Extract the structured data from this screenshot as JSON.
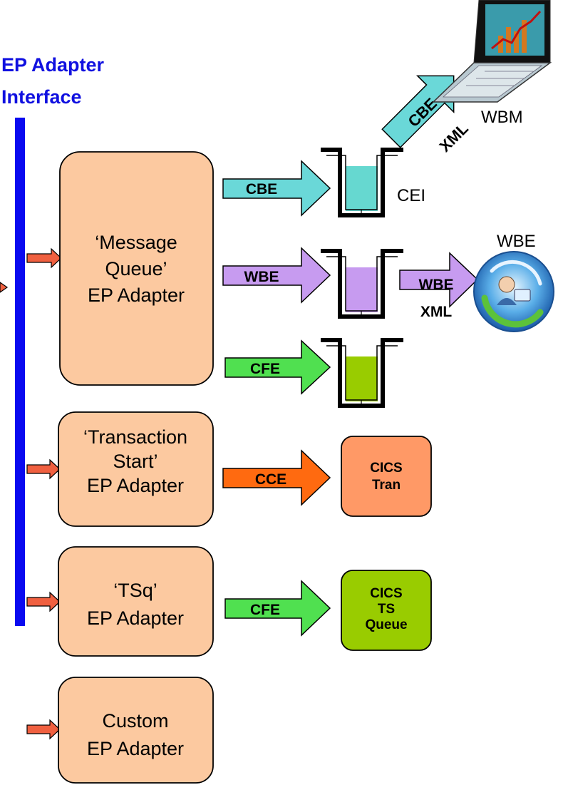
{
  "interface_title": [
    "EP Adapter",
    "Interface"
  ],
  "adapters": {
    "message_queue": [
      "‘Message",
      "Queue’",
      "EP Adapter"
    ],
    "transaction_start": [
      "‘Transaction",
      "Start’",
      "EP Adapter"
    ],
    "tsq": [
      "‘TSq’",
      "EP Adapter"
    ],
    "custom": [
      "Custom",
      "EP Adapter"
    ]
  },
  "arrows": {
    "cbe": "CBE",
    "wbe": "WBE",
    "cfe_queue": "CFE",
    "cce": "CCE",
    "cfe_tsq": "CFE",
    "cbe_xml": [
      "CBE",
      "XML"
    ],
    "wbe_xml": [
      "WBE",
      "XML"
    ]
  },
  "targets": {
    "cei": "CEI",
    "wbm": "WBM",
    "wbe": "WBE",
    "cics_tran": [
      "CICS",
      "Tran"
    ],
    "cics_ts_queue": [
      "CICS",
      "TS",
      "Queue"
    ]
  },
  "colors": {
    "interface_bar": "#0a0af0",
    "title_text": "#1010e0",
    "adapter_fill": "#fcc9a0",
    "small_arrow": "#f06040",
    "cbe_arrow": "#6ad8d8",
    "wbe_arrow": "#c79bf0",
    "cfe_arrow": "#50e050",
    "cce_arrow": "#ff6a10",
    "cics_tran_fill": "#ff9966",
    "cics_ts_fill": "#99cc00",
    "queue_cei": "#66d8d0",
    "queue_wbe": "#c79bf0",
    "queue_cfe": "#99cc00"
  }
}
